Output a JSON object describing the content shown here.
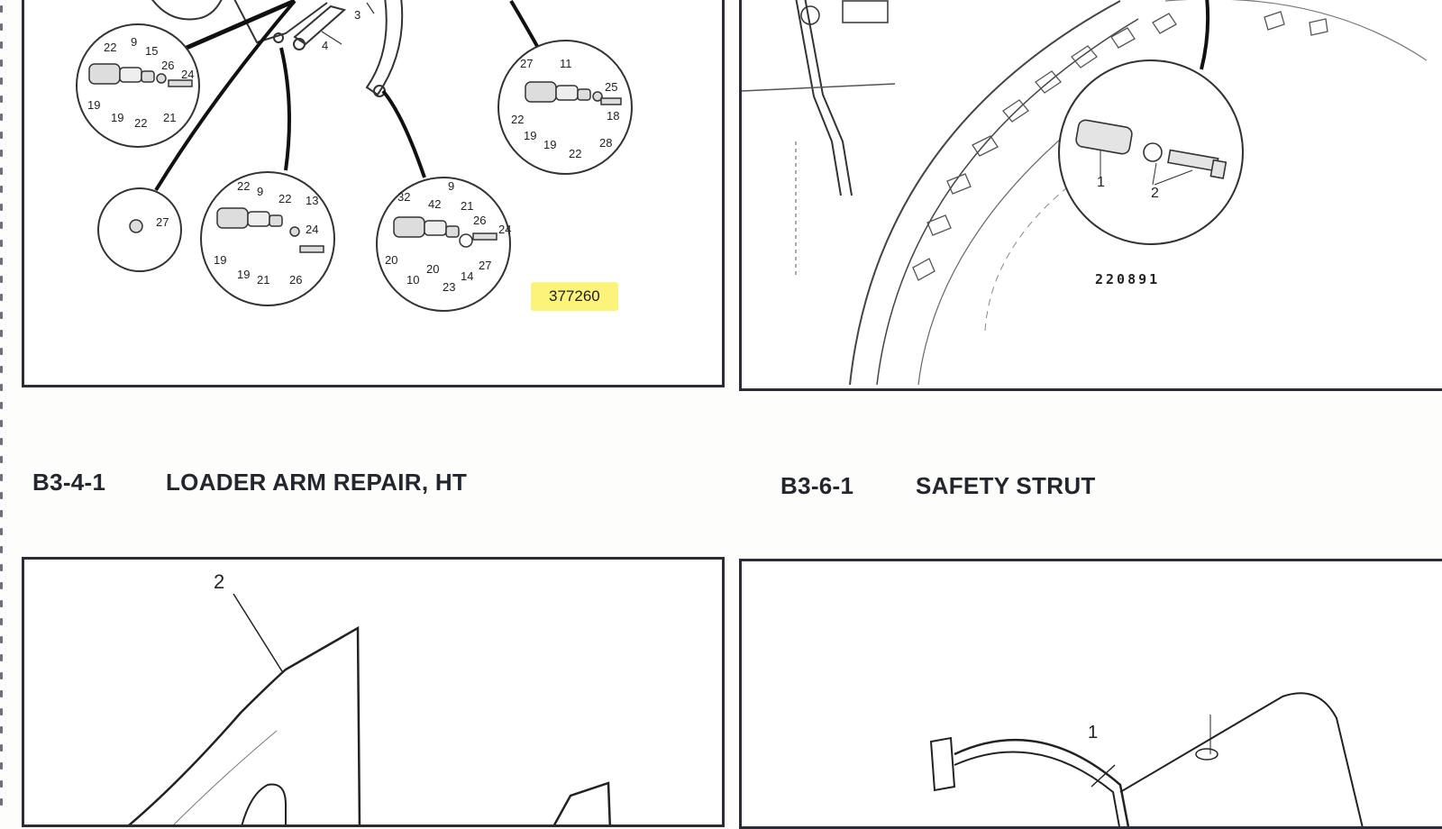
{
  "sections": [
    {
      "code": "B3-4-1",
      "title": "LOADER ARM REPAIR, HT"
    },
    {
      "code": "B3-6-1",
      "title": "SAFETY STRUT"
    }
  ],
  "figures": {
    "top_left": {
      "figure_number": "377260",
      "highlight_color": "#fbf37a",
      "callouts": {
        "arm": [
          "3",
          "4"
        ],
        "c1": [
          "22",
          "9",
          "15",
          "26",
          "24",
          "19",
          "19",
          "22",
          "21"
        ],
        "c2": [
          "27",
          "11",
          "25",
          "18",
          "22",
          "19",
          "19",
          "22",
          "28"
        ],
        "c3": [
          "27"
        ],
        "c4": [
          "22",
          "9",
          "22",
          "13",
          "24",
          "19",
          "19",
          "21",
          "26"
        ],
        "c5": [
          "32",
          "42",
          "9",
          "21",
          "26",
          "24",
          "20",
          "10",
          "20",
          "23",
          "14",
          "27"
        ]
      }
    },
    "top_right": {
      "figure_number": "220891",
      "callouts": [
        "1",
        "2"
      ]
    },
    "bottom_left": {
      "callouts": [
        "2"
      ]
    },
    "bottom_right": {
      "callouts": [
        "1"
      ]
    }
  }
}
